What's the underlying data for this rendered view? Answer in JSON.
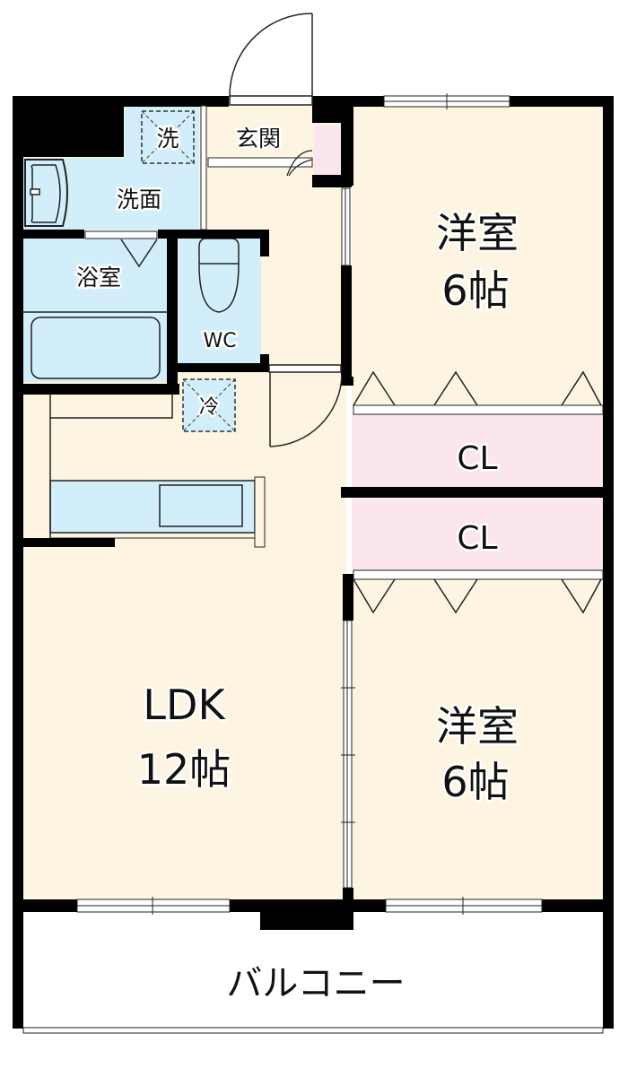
{
  "floorplan": {
    "colors": {
      "room": "#FDF5E1",
      "wet": "#D2EEFA",
      "closet": "#FBE5EE",
      "wall": "#000000",
      "balcony": "#FFFFFF"
    },
    "rooms": {
      "washing_machine": "洗",
      "washroom": "洗面",
      "entrance": "玄関",
      "bathroom": "浴室",
      "toilet": "WC",
      "fridge": "冷",
      "western_room_1": {
        "name": "洋室",
        "size": "6帖"
      },
      "closet_1": "CL",
      "closet_2": "CL",
      "ldk": {
        "name": "LDK",
        "size": "12帖"
      },
      "western_room_2": {
        "name": "洋室",
        "size": "6帖"
      },
      "balcony": "バルコニー"
    }
  }
}
